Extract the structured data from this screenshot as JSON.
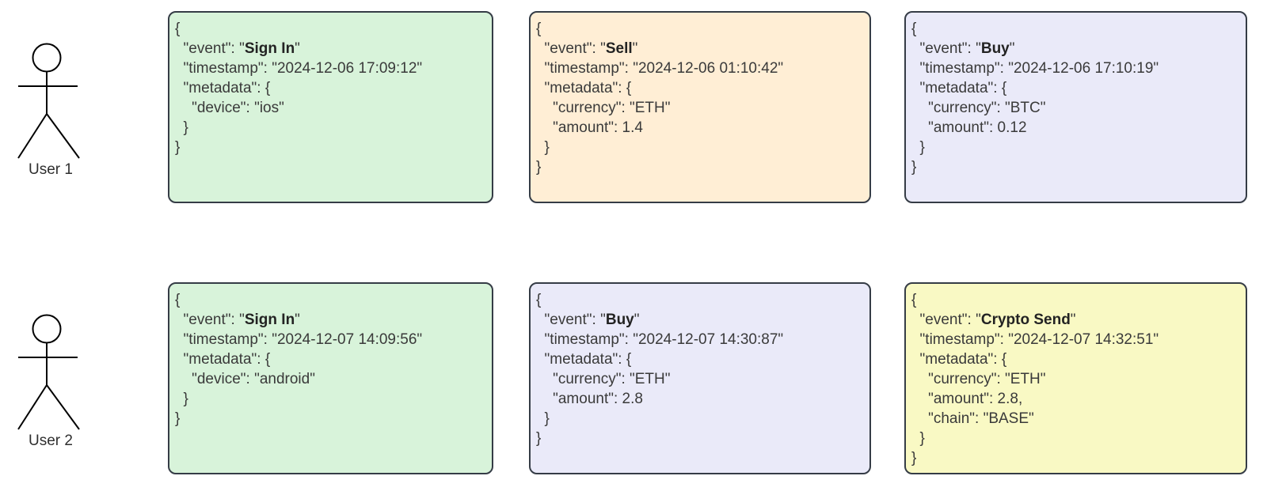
{
  "diagram": {
    "colors": {
      "green": "#d8f3da",
      "orange": "#ffeed5",
      "lavender": "#eaeaf9",
      "yellow": "#f9f9c4",
      "border": "#353c46",
      "text": "#3a3a3a"
    },
    "rows": [
      {
        "actor": {
          "label": "User 1"
        },
        "cards": [
          {
            "color": "green",
            "lines": [
              [
                {
                  "t": "{"
                }
              ],
              [
                {
                  "t": "  \"event\": \""
                },
                {
                  "t": "Sign In",
                  "b": true
                },
                {
                  "t": "\""
                }
              ],
              [
                {
                  "t": "  \"timestamp\": \"2024-12-06 17:09:12\""
                }
              ],
              [
                {
                  "t": "  \"metadata\": {"
                }
              ],
              [
                {
                  "t": "    \"device\": \"ios\""
                }
              ],
              [
                {
                  "t": "  }"
                }
              ],
              [
                {
                  "t": "}"
                }
              ]
            ]
          },
          {
            "color": "orange",
            "lines": [
              [
                {
                  "t": "{"
                }
              ],
              [
                {
                  "t": "  \"event\": \""
                },
                {
                  "t": "Sell",
                  "b": true
                },
                {
                  "t": "\""
                }
              ],
              [
                {
                  "t": "  \"timestamp\": \"2024-12-06 01:10:42\""
                }
              ],
              [
                {
                  "t": "  \"metadata\": {"
                }
              ],
              [
                {
                  "t": "    \"currency\": \"ETH\""
                }
              ],
              [
                {
                  "t": "    \"amount\": 1.4"
                }
              ],
              [
                {
                  "t": "  }"
                }
              ],
              [
                {
                  "t": "}"
                }
              ]
            ]
          },
          {
            "color": "lavender",
            "lines": [
              [
                {
                  "t": "{"
                }
              ],
              [
                {
                  "t": "  \"event\": \""
                },
                {
                  "t": "Buy",
                  "b": true
                },
                {
                  "t": "\""
                }
              ],
              [
                {
                  "t": "  \"timestamp\": \"2024-12-06 17:10:19\""
                }
              ],
              [
                {
                  "t": "  \"metadata\": {"
                }
              ],
              [
                {
                  "t": "    \"currency\": \"BTC\""
                }
              ],
              [
                {
                  "t": "    \"amount\": 0.12"
                }
              ],
              [
                {
                  "t": "  }"
                }
              ],
              [
                {
                  "t": "}"
                }
              ]
            ]
          }
        ]
      },
      {
        "actor": {
          "label": "User 2"
        },
        "cards": [
          {
            "color": "green",
            "lines": [
              [
                {
                  "t": "{"
                }
              ],
              [
                {
                  "t": "  \"event\": \""
                },
                {
                  "t": "Sign In",
                  "b": true
                },
                {
                  "t": "\""
                }
              ],
              [
                {
                  "t": "  \"timestamp\": \"2024-12-07 14:09:56\""
                }
              ],
              [
                {
                  "t": "  \"metadata\": {"
                }
              ],
              [
                {
                  "t": "    \"device\": \"android\""
                }
              ],
              [
                {
                  "t": "  }"
                }
              ],
              [
                {
                  "t": "}"
                }
              ]
            ]
          },
          {
            "color": "lavender",
            "lines": [
              [
                {
                  "t": "{"
                }
              ],
              [
                {
                  "t": "  \"event\": \""
                },
                {
                  "t": "Buy",
                  "b": true
                },
                {
                  "t": "\""
                }
              ],
              [
                {
                  "t": "  \"timestamp\": \"2024-12-07 14:30:87\""
                }
              ],
              [
                {
                  "t": "  \"metadata\": {"
                }
              ],
              [
                {
                  "t": "    \"currency\": \"ETH\""
                }
              ],
              [
                {
                  "t": "    \"amount\": 2.8"
                }
              ],
              [
                {
                  "t": "  }"
                }
              ],
              [
                {
                  "t": "}"
                }
              ]
            ]
          },
          {
            "color": "yellow",
            "lines": [
              [
                {
                  "t": "{"
                }
              ],
              [
                {
                  "t": "  \"event\": \""
                },
                {
                  "t": "Crypto Send",
                  "b": true
                },
                {
                  "t": "\""
                }
              ],
              [
                {
                  "t": "  \"timestamp\": \"2024-12-07 14:32:51\""
                }
              ],
              [
                {
                  "t": "  \"metadata\": {"
                }
              ],
              [
                {
                  "t": "    \"currency\": \"ETH\""
                }
              ],
              [
                {
                  "t": "    \"amount\": 2.8,"
                }
              ],
              [
                {
                  "t": "    \"chain\": \"BASE\""
                }
              ],
              [
                {
                  "t": "  }"
                }
              ],
              [
                {
                  "t": "}"
                }
              ]
            ]
          }
        ]
      }
    ]
  }
}
